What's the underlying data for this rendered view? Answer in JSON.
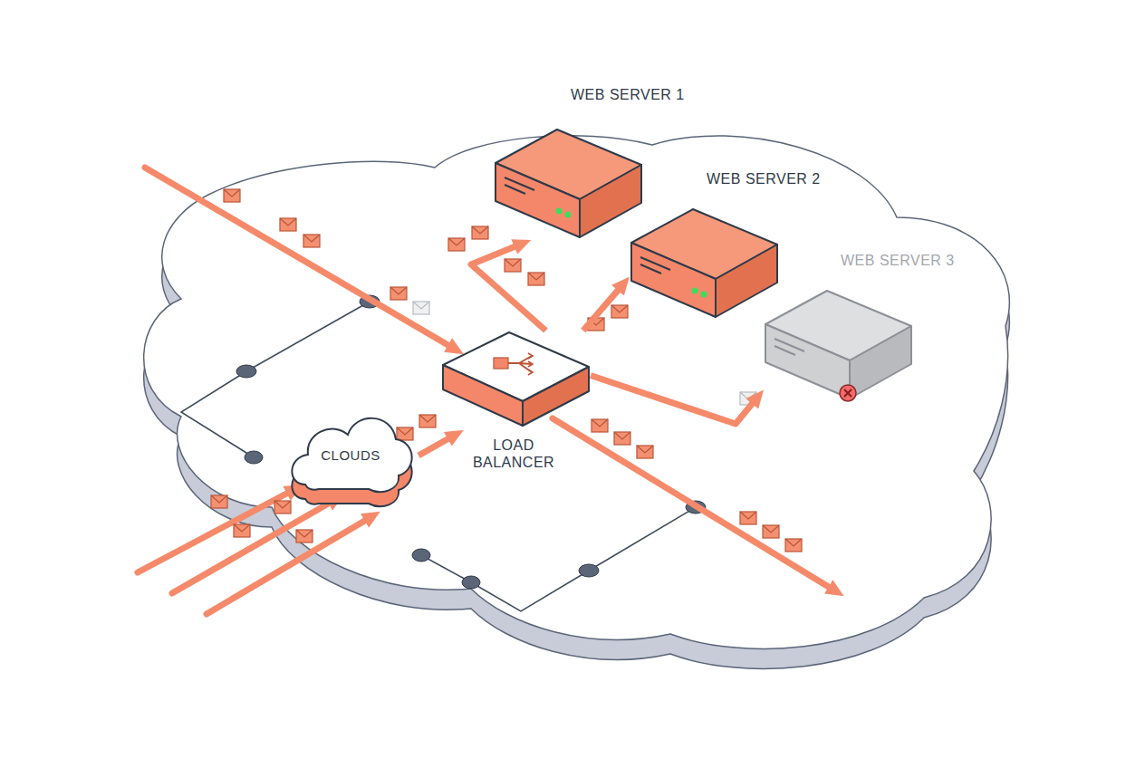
{
  "diagram": {
    "nodes": [
      {
        "text": [
          "WEB SERVER 1"
        ]
      },
      {
        "text": [
          "WEB SERVER 2"
        ]
      },
      {
        "text": [
          "WEB SERVER 3"
        ]
      },
      {
        "text": [
          "CLOUDS"
        ]
      },
      {
        "text": [
          "LOAD BALANCER"
        ]
      }
    ],
    "edges": [
      {
        "from": 3,
        "to": 4,
        "arrow": "to"
      },
      {
        "from": 4,
        "to": 0,
        "arrow": "to"
      },
      {
        "from": 4,
        "to": 1,
        "arrow": "to"
      },
      {
        "from": 4,
        "to": 2,
        "arrow": "to"
      }
    ]
  }
}
